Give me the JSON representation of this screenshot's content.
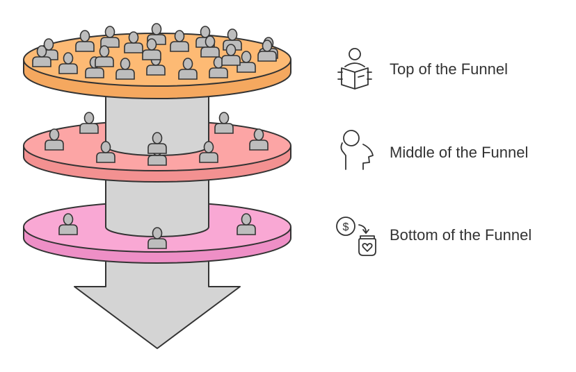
{
  "stages": [
    {
      "label": "Top of the Funnel",
      "color": "#FDBA74",
      "icon": "reading-person-icon",
      "people": 22
    },
    {
      "label": "Middle of the Funnel",
      "color": "#FCA5A5",
      "icon": "thinking-head-icon",
      "people": 8
    },
    {
      "label": "Bottom of the Funnel",
      "color": "#F9A8D4",
      "icon": "dollar-to-heart-jar-icon",
      "people": 3
    }
  ],
  "colors": {
    "stroke": "#333333",
    "column": "#D4D4D4",
    "person_fill": "#BDBDBD",
    "text": "#333333"
  }
}
